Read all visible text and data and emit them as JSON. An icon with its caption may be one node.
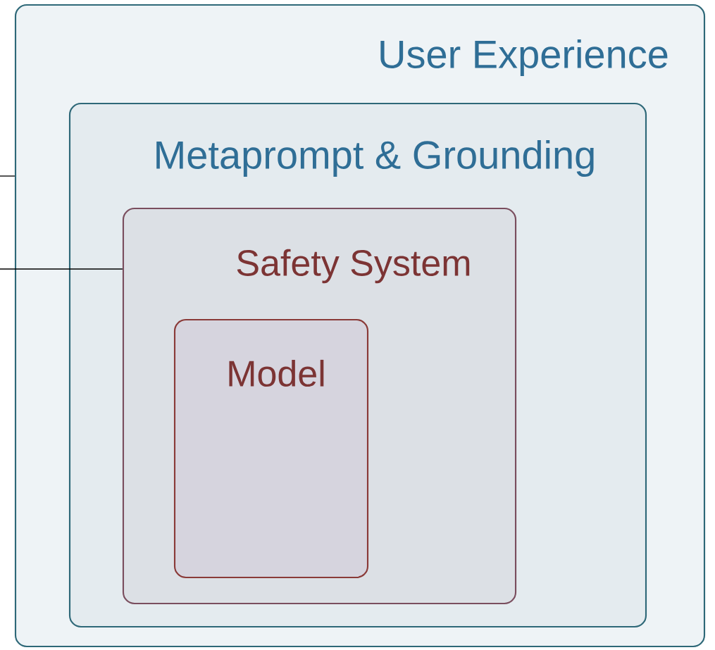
{
  "diagram": {
    "nodes": [
      {
        "text": [
          "User Experience"
        ]
      },
      {
        "text": [
          "Metaprompt & Grounding"
        ],
        "in": 0
      },
      {
        "text": [
          "Safety System"
        ],
        "in": 1
      },
      {
        "text": [
          "Model"
        ],
        "in": 2
      }
    ],
    "edges": [
      {
        "from": null,
        "to": 0,
        "arrow": "none"
      },
      {
        "from": null,
        "to": 2,
        "arrow": "none"
      }
    ]
  }
}
